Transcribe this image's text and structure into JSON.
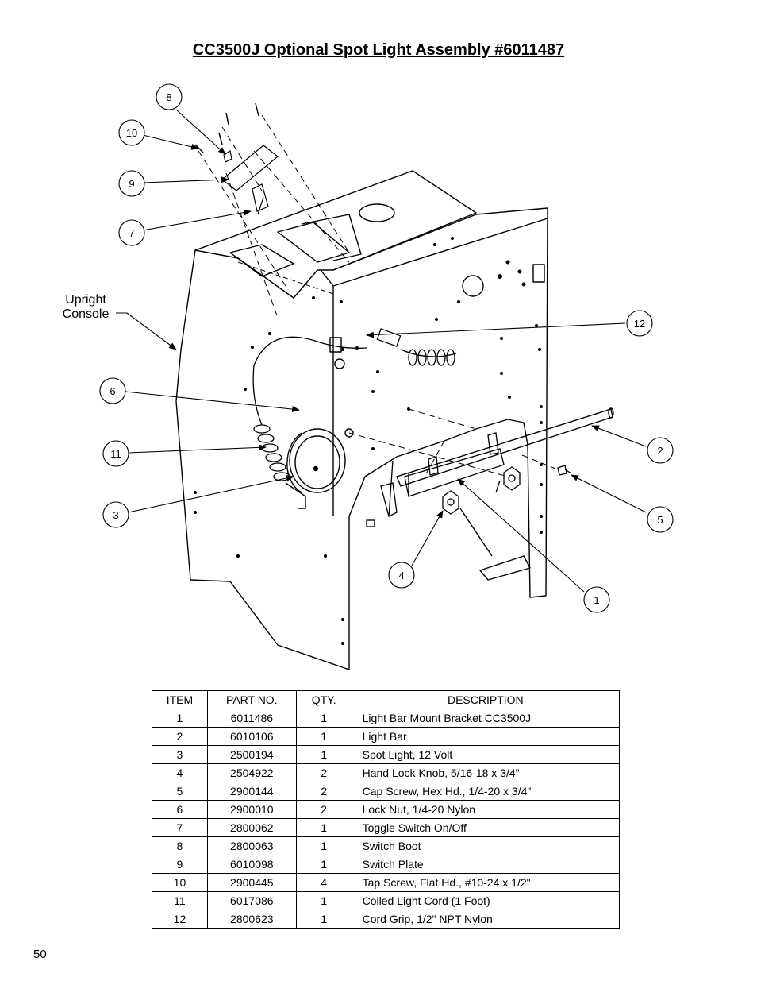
{
  "title": "CC3500J Optional Spot Light Assembly #6011487",
  "diagram": {
    "callout_label_line1": "Upright",
    "callout_label_line2": "Console",
    "balloons": [
      "1",
      "2",
      "3",
      "4",
      "5",
      "6",
      "7",
      "8",
      "9",
      "10",
      "11",
      "12"
    ]
  },
  "table": {
    "headers": [
      "ITEM",
      "PART NO.",
      "QTY.",
      "DESCRIPTION"
    ],
    "rows": [
      [
        "1",
        "6011486",
        "1",
        "Light Bar Mount Bracket CC3500J"
      ],
      [
        "2",
        "6010106",
        "1",
        "Light Bar"
      ],
      [
        "3",
        "2500194",
        "1",
        "Spot Light, 12 Volt"
      ],
      [
        "4",
        "2504922",
        "2",
        "Hand Lock Knob, 5/16-18 x 3/4\""
      ],
      [
        "5",
        "2900144",
        "2",
        "Cap Screw, Hex Hd., 1/4-20 x 3/4\""
      ],
      [
        "6",
        "2900010",
        "2",
        "Lock Nut, 1/4-20 Nylon"
      ],
      [
        "7",
        "2800062",
        "1",
        "Toggle Switch On/Off"
      ],
      [
        "8",
        "2800063",
        "1",
        "Switch Boot"
      ],
      [
        "9",
        "6010098",
        "1",
        "Switch Plate"
      ],
      [
        "10",
        "2900445",
        "4",
        "Tap Screw, Flat Hd., #10-24 x 1/2\""
      ],
      [
        "11",
        "6017086",
        "1",
        "Coiled Light Cord (1 Foot)"
      ],
      [
        "12",
        "2800623",
        "1",
        "Cord Grip, 1/2\" NPT Nylon"
      ]
    ]
  },
  "page_number": "50"
}
